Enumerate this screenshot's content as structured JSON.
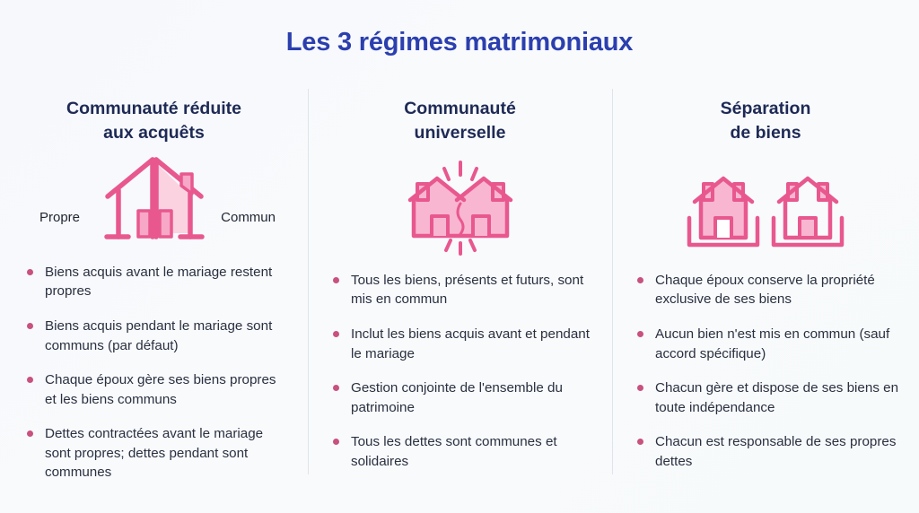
{
  "title": "Les 3 régimes matrimoniaux",
  "colors": {
    "background": "#f7f9fc",
    "title_blue": "#2b3fae",
    "heading_navy": "#1e2a55",
    "bullet_rose": "#c9517e",
    "body_text": "#2b3040",
    "divider": "#dfe4ec",
    "house_stroke": "#e8588f",
    "house_fill_light": "#fbd3e0",
    "house_fill_mid": "#f7a8c6"
  },
  "columns": [
    {
      "heading": "Communauté réduite\naux acquêts",
      "illustration": {
        "icon_name": "split-house-icon",
        "labels": {
          "left": "Propre",
          "right": "Commun"
        }
      },
      "bullets": [
        "Biens acquis avant le mariage restent propres",
        "Biens acquis pendant le mariage sont communs (par défaut)",
        "Chaque époux gère ses biens propres et les biens communs",
        "Dettes contractées avant le mariage sont propres; dettes pendant sont communes"
      ]
    },
    {
      "heading": "Communauté\nuniverselle",
      "illustration": {
        "icon_name": "merged-houses-sparkle-icon",
        "labels": {
          "left": "",
          "right": ""
        }
      },
      "bullets": [
        "Tous les biens, présents et futurs, sont mis en commun",
        "Inclut les biens acquis avant et pendant le mariage",
        "Gestion conjointe de l'ensemble du patrimoine",
        "Tous les dettes sont communes et solidaires"
      ]
    },
    {
      "heading": "Séparation\nde biens",
      "illustration": {
        "icon_name": "two-separate-houses-icon",
        "labels": {
          "left": "",
          "right": ""
        }
      },
      "bullets": [
        "Chaque époux conserve la propriété exclusive de ses biens",
        "Aucun bien n'est mis en commun (sauf accord spécifique)",
        "Chacun gère et dispose de ses biens en toute indépendance",
        "Chacun est responsable de ses propres dettes"
      ]
    }
  ]
}
